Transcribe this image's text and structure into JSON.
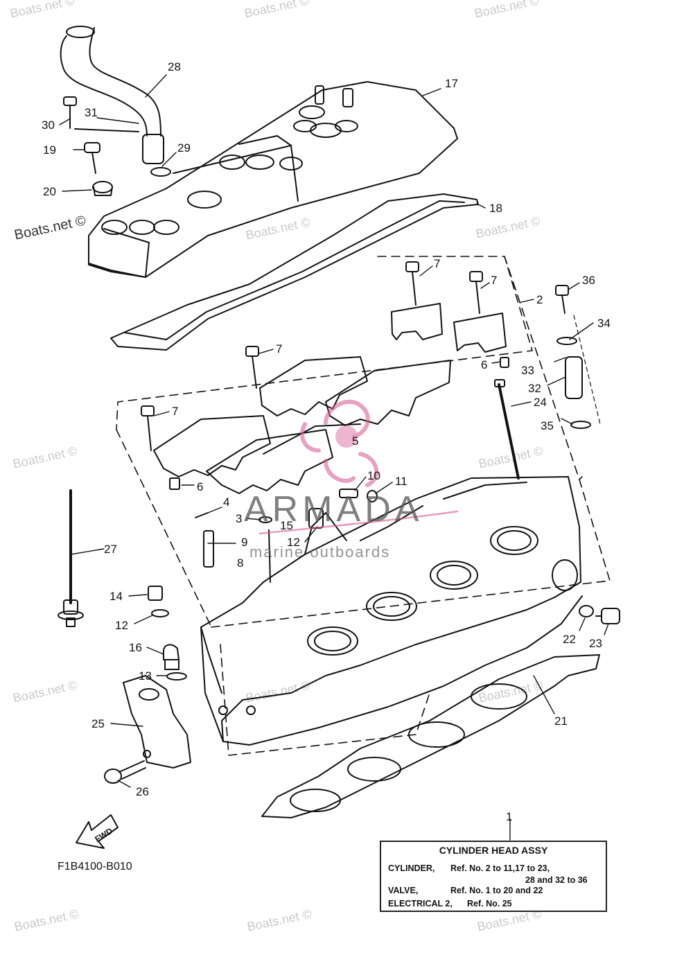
{
  "diagram": {
    "figure_code": "F1B4100-B010",
    "fwd_label": "FWD",
    "logo": {
      "word": "ARMADA",
      "subtitle": "marine outboards"
    },
    "watermarks": [
      "Boats.net ©",
      "Boats.net ©",
      "Boats.net ©",
      "Boats.net ©",
      "Boats.net ©",
      "Boats.net ©",
      "Boats.net ©",
      "Boats.net ©",
      "Boats.net ©",
      "Boats.net ©",
      "Boats.net ©",
      "Boats.net ©",
      "Boats.net ©",
      "Boats.net ©"
    ],
    "callouts": [
      "28",
      "17",
      "30",
      "31",
      "19",
      "29",
      "20",
      "18",
      "7",
      "7",
      "2",
      "36",
      "34",
      "7",
      "6",
      "33",
      "32",
      "7",
      "24",
      "35",
      "5",
      "6",
      "10",
      "11",
      "4",
      "3",
      "15",
      "12",
      "9",
      "8",
      "27",
      "14",
      "12",
      "16",
      "13",
      "25",
      "26",
      "22",
      "23",
      "21",
      "1"
    ],
    "legend": {
      "title": "CYLINDER HEAD ASSY",
      "rows": [
        {
          "label": "CYLINDER,",
          "refs": "Ref. No. 2 to 11,17 to 23,"
        },
        {
          "label": "",
          "refs": "28 and 32 to 36"
        },
        {
          "label": "VALVE,",
          "refs": "Ref. No. 1 to 20 and 22"
        },
        {
          "label": "ELECTRICAL 2,",
          "refs": "Ref. No. 25"
        }
      ]
    }
  }
}
